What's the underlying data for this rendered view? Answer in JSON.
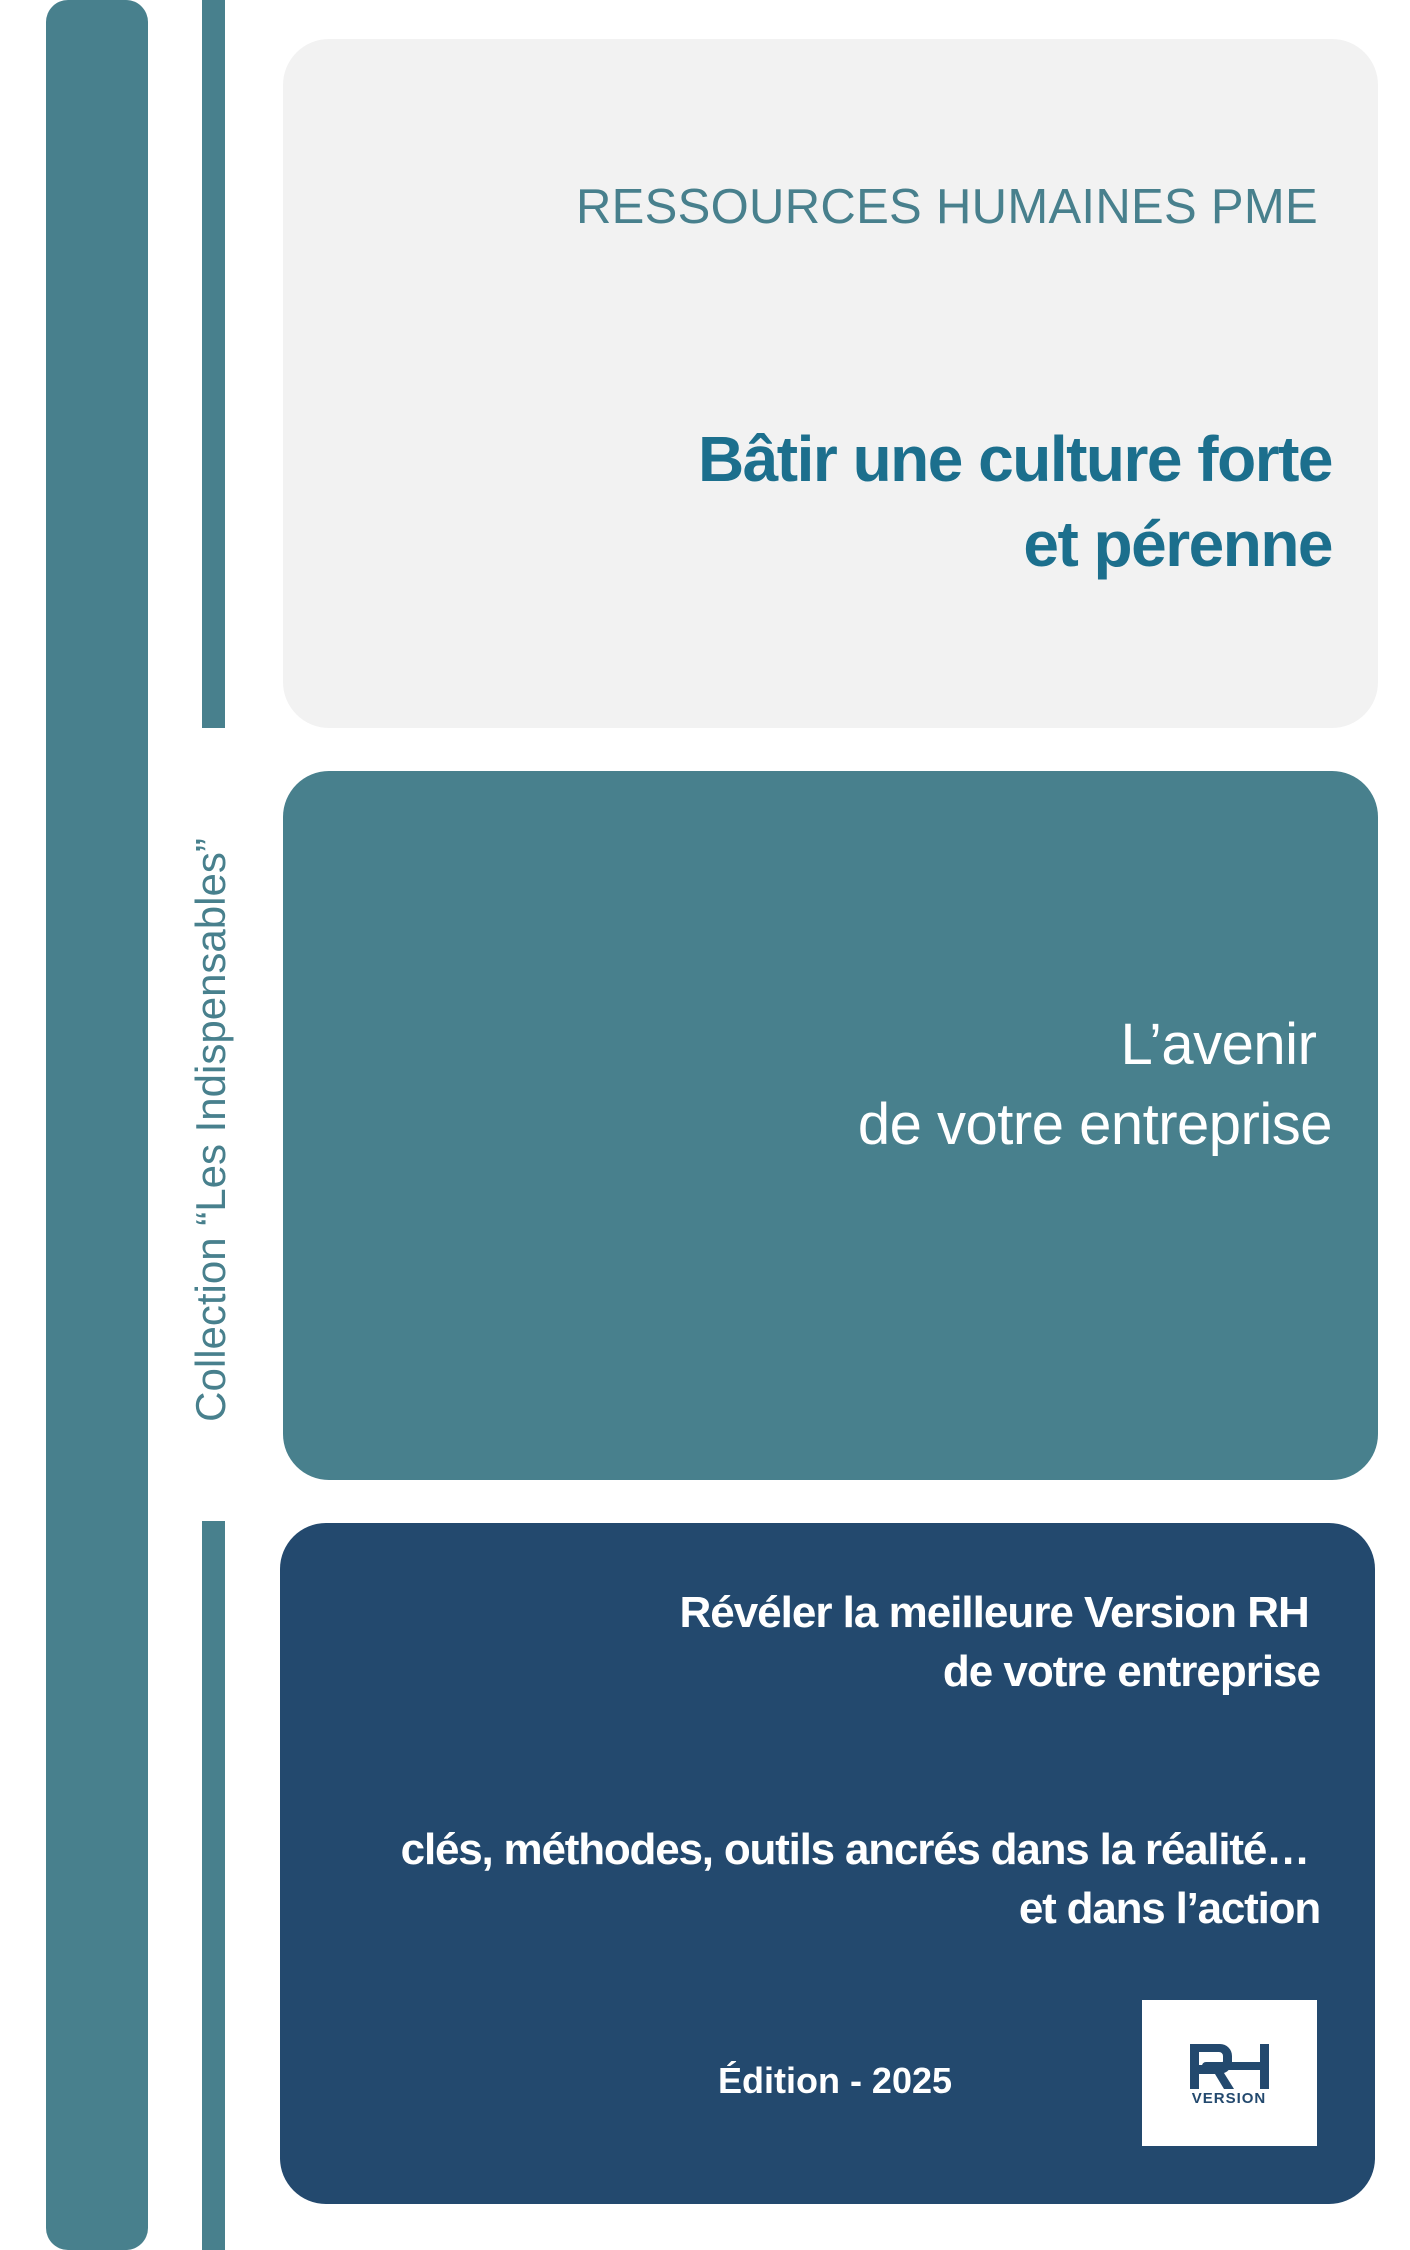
{
  "sidebar": {
    "collection_label": "Collection “Les Indispensables”"
  },
  "header": {
    "kicker": "RESSOURCES HUMAINES PME",
    "title_line1": "Bâtir une culture forte",
    "title_line2": "et pérenne"
  },
  "middle": {
    "line1": "L’avenir ",
    "line2": "de votre entreprise"
  },
  "bottom": {
    "tagline_line1": "Révéler la meilleure Version RH ",
    "tagline_line2": "de votre entreprise",
    "subtitle_line1": "clés, méthodes, outils ancrés dans la réalité… ",
    "subtitle_line2": "et dans l’action",
    "edition": "Édition - 2025",
    "logo": {
      "text_top": "RH",
      "text_bottom": "VERSION"
    }
  },
  "colors": {
    "teal": "#48808d",
    "grey": "#f2f2f2",
    "navy": "#23496e",
    "title": "#1c6f8d"
  }
}
